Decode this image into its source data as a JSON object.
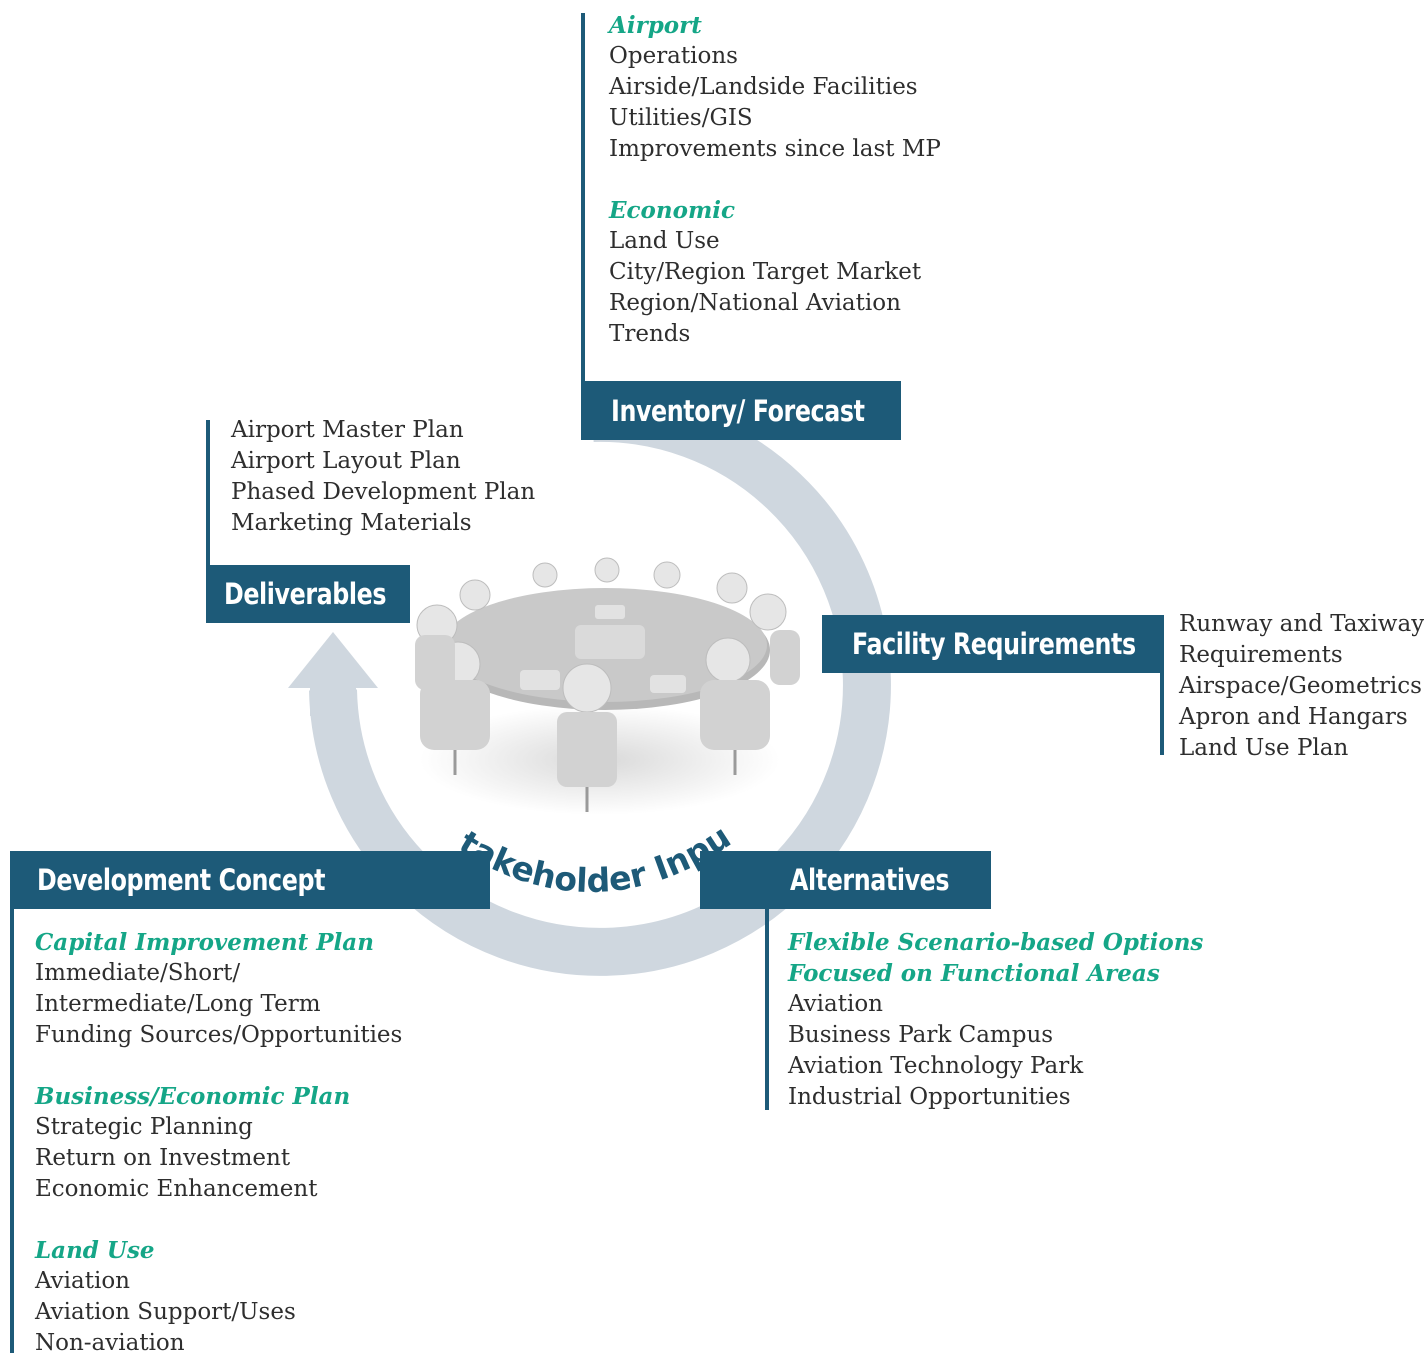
{
  "colors": {
    "box": "#1d5a78",
    "heading": "#15a687",
    "arrow": "#cfd7df"
  },
  "center_label": "Stakeholder Input",
  "inventory": {
    "box_label": "Inventory/ Forecast",
    "heading_1": "Airport",
    "items_1": [
      "Operations",
      "Airside/Landside Facilities",
      "Utilities/GIS",
      "Improvements since last MP"
    ],
    "heading_2": "Economic",
    "items_2": [
      "Land Use",
      "City/Region Target Market",
      "Region/National Aviation",
      "Trends"
    ]
  },
  "deliverables": {
    "box_label": "Deliverables",
    "items": [
      "Airport Master Plan",
      "Airport Layout Plan",
      "Phased Development Plan",
      "Marketing Materials"
    ]
  },
  "facility": {
    "box_label": "Facility Requirements",
    "items": [
      "Runway and Taxiway",
      "Requirements",
      "Airspace/Geometrics",
      "Apron and Hangars",
      "Land Use Plan"
    ]
  },
  "development": {
    "box_label": "Development Concept",
    "heading_1": "Capital Improvement Plan",
    "items_1": [
      "Immediate/Short/",
      "Intermediate/Long Term",
      "Funding Sources/Opportunities"
    ],
    "heading_2": "Business/Economic Plan",
    "items_2": [
      "Strategic Planning",
      "Return on Investment",
      "Economic Enhancement"
    ],
    "heading_3": "Land Use",
    "items_3": [
      "Aviation",
      "Aviation Support/Uses",
      "Non-aviation"
    ]
  },
  "alternatives": {
    "box_label": "Alternatives",
    "heading_1": "Flexible Scenario-based Options",
    "heading_2": "Focused on Functional Areas",
    "items": [
      "Aviation",
      "Business Park Campus",
      "Aviation Technology Park",
      "Industrial Opportunities"
    ]
  }
}
